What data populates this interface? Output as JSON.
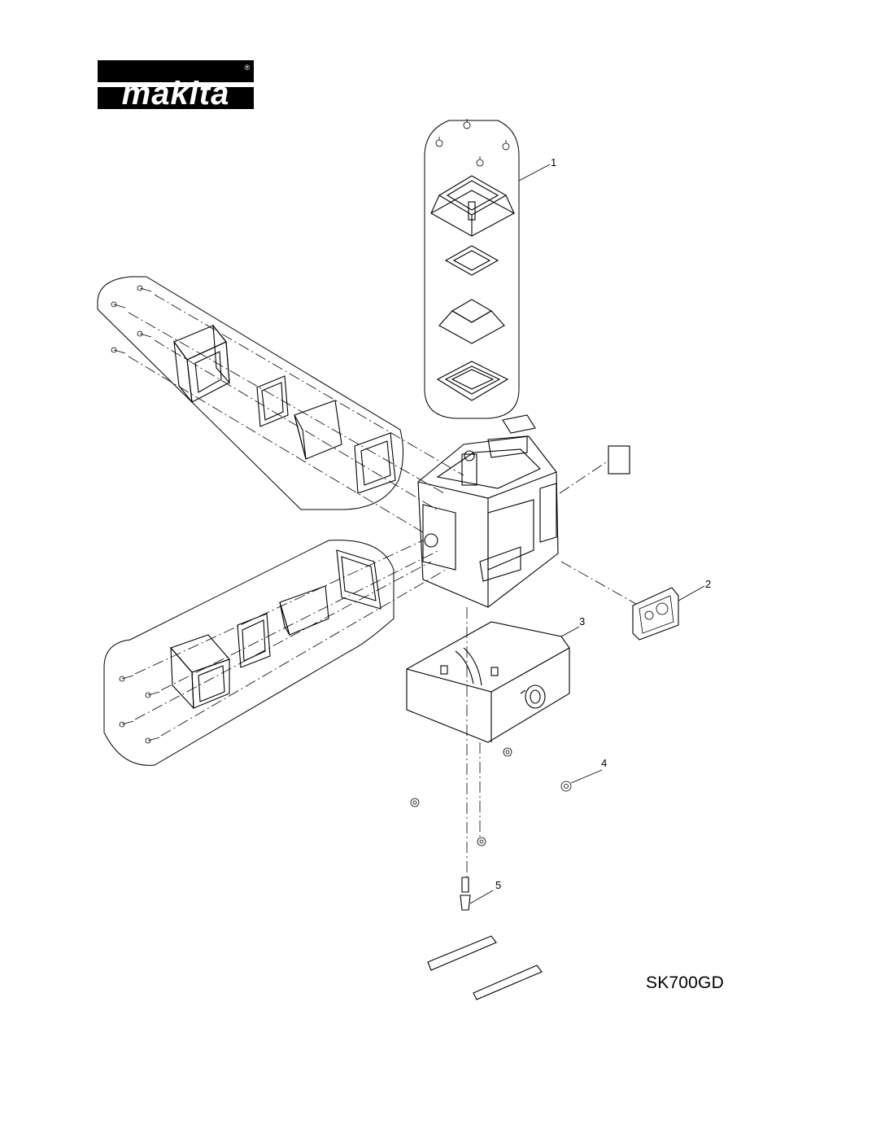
{
  "brand": {
    "logo_text": "makita",
    "registered_mark": "®"
  },
  "model_code": "SK700GD",
  "callouts": [
    "1",
    "2",
    "3",
    "4",
    "5"
  ],
  "colors": {
    "ink": "#000000",
    "paper": "#ffffff"
  }
}
